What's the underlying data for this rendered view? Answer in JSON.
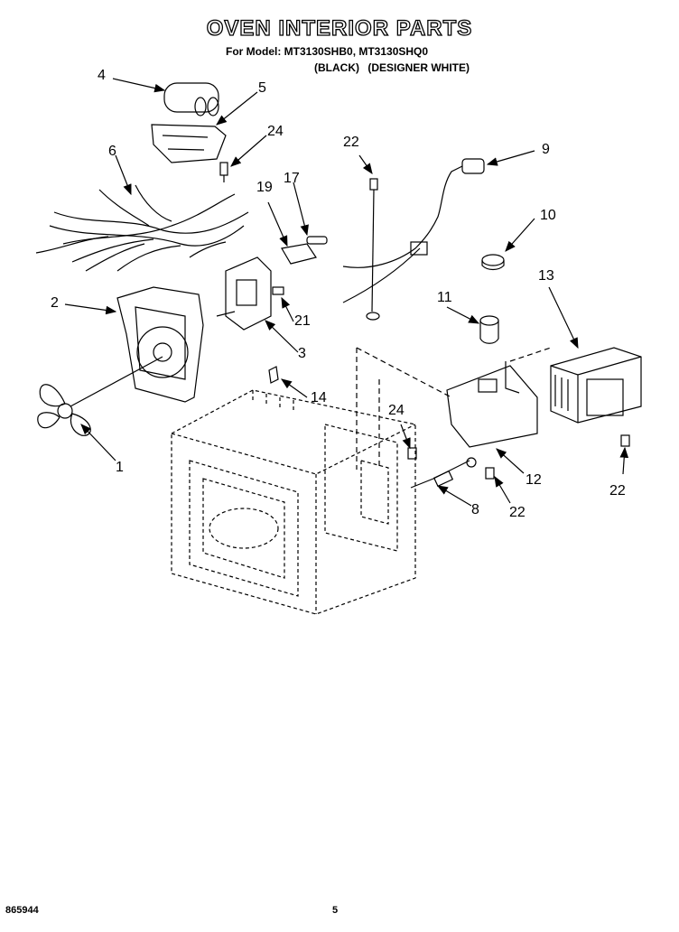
{
  "header": {
    "title": "OVEN INTERIOR PARTS",
    "model_line": "For Model: MT3130SHB0, MT3130SHQ0",
    "color_black": "(BLACK)",
    "color_white": "(DESIGNER WHITE)"
  },
  "callouts": {
    "c1": "1",
    "c2": "2",
    "c3": "3",
    "c4": "4",
    "c5": "5",
    "c6": "6",
    "c8": "8",
    "c9": "9",
    "c10": "10",
    "c11": "11",
    "c12": "12",
    "c13": "13",
    "c14": "14",
    "c17": "17",
    "c19": "19",
    "c21": "21",
    "c22a": "22",
    "c22b": "22",
    "c22c": "22",
    "c24a": "24",
    "c24b": "24"
  },
  "footer": {
    "doc_number": "865944",
    "page": "5"
  }
}
